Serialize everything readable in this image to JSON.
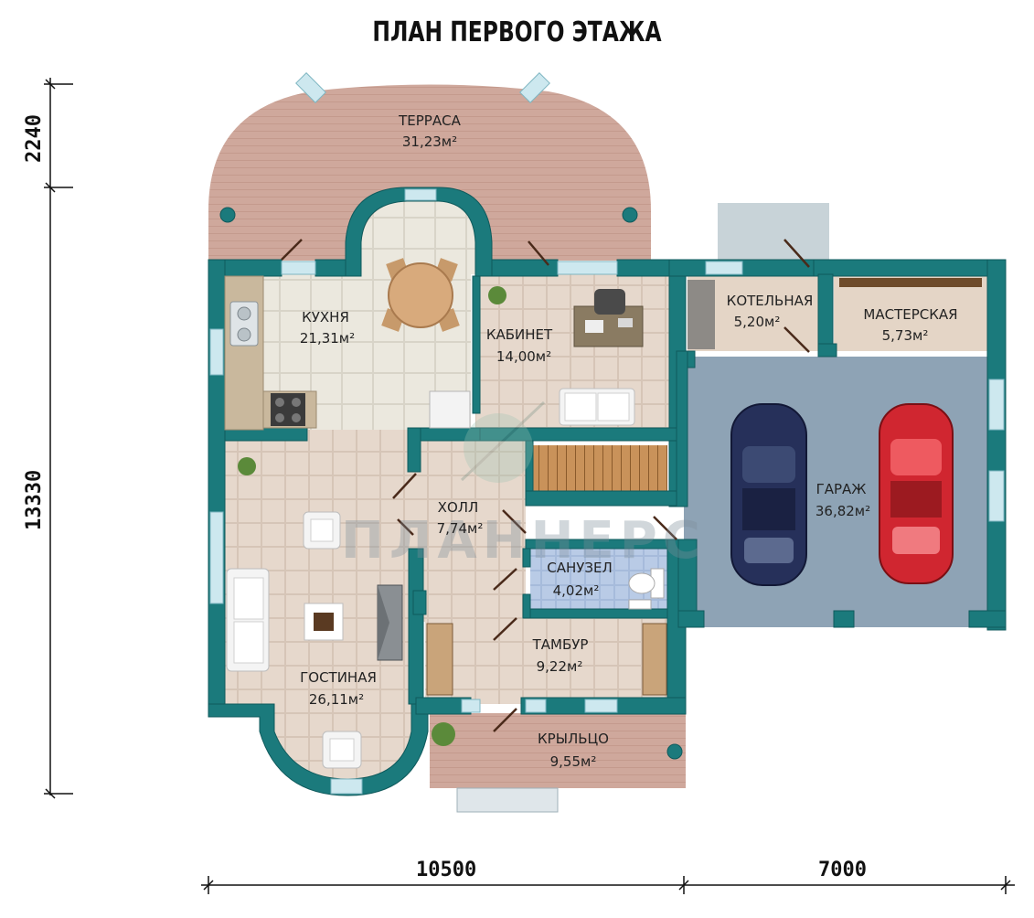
{
  "title": "ПЛАН ПЕРВОГО ЭТАЖА",
  "watermark": "ПЛАННЕРС",
  "rooms": [
    {
      "id": "terrace",
      "name": "ТЕРРАСА",
      "area": "31,23м²"
    },
    {
      "id": "kitchen",
      "name": "КУХНЯ",
      "area": "21,31м²"
    },
    {
      "id": "office",
      "name": "КАБИНЕТ",
      "area": "14,00м²"
    },
    {
      "id": "boiler",
      "name": "КОТЕЛЬНАЯ",
      "area": "5,20м²"
    },
    {
      "id": "workshop",
      "name": "МАСТЕРСКАЯ",
      "area": "5,73м²"
    },
    {
      "id": "garage",
      "name": "ГАРАЖ",
      "area": "36,82м²"
    },
    {
      "id": "hall",
      "name": "ХОЛЛ",
      "area": "7,74м²"
    },
    {
      "id": "bathroom",
      "name": "САНУЗЕЛ",
      "area": "4,02м²"
    },
    {
      "id": "vestibule",
      "name": "ТАМБУР",
      "area": "9,22м²"
    },
    {
      "id": "living",
      "name": "ГОСТИНАЯ",
      "area": "26,11м²"
    },
    {
      "id": "porch",
      "name": "КРЫЛЬЦО",
      "area": "9,55м²"
    }
  ],
  "dimensions": {
    "left_top": "2240",
    "left_full": "13330",
    "bottom_left": "10500",
    "bottom_right": "7000"
  },
  "colors": {
    "wall": "#1b7a7c",
    "wall_dark": "#0f5a5c",
    "terrace_floor": "#cfa89c",
    "tile_floor": "#e7d9cd",
    "kitchen_floor": "#e9e6dc",
    "garage_floor": "#8ea3b5",
    "bath_floor": "#b9cbe6",
    "window": "#cde8ef"
  }
}
